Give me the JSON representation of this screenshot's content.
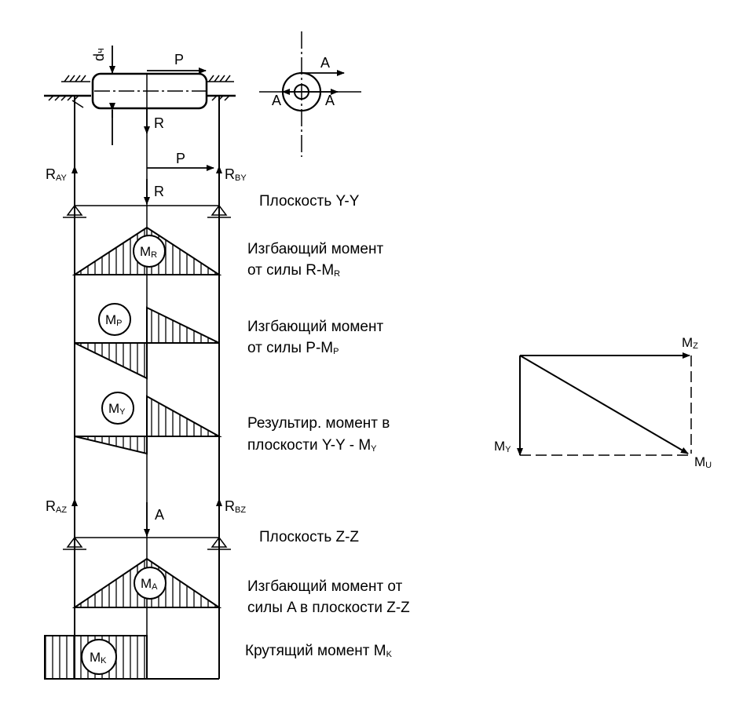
{
  "labels": {
    "d": "d",
    "d_sub": "ч",
    "P": "P",
    "R": "R",
    "A": "A",
    "R_AY": "R",
    "R_AY_sub": "AY",
    "R_BY": "R",
    "R_BY_sub": "BY",
    "R_AZ": "R",
    "R_AZ_sub": "AZ",
    "R_BZ": "R",
    "R_BZ_sub": "BZ",
    "M": "M",
    "sub_R": "R",
    "sub_P": "P",
    "sub_Y": "Y",
    "sub_A": "A",
    "sub_K": "K",
    "sub_Z": "Z",
    "sub_U": "U"
  },
  "captions": {
    "plane_yy": "Плоскость Y-Y",
    "mr_line1": "Изгбающий момент",
    "mr_line2": "от силы R-M",
    "mr_line2_sub": "R",
    "mp_line1": "Изгбающий момент",
    "mp_line2": "от силы P-M",
    "mp_line2_sub": "P",
    "my_line1": "Результир. момент в",
    "my_line2": "плоскости Y-Y - M",
    "my_line2_sub": "Y",
    "plane_zz": "Плоскость Z-Z",
    "ma_line1": "Изгбающий момент от",
    "ma_line2": "силы A в плоскости Z-Z",
    "mk_line1": "Крутящий момент M",
    "mk_line1_sub": "K"
  }
}
